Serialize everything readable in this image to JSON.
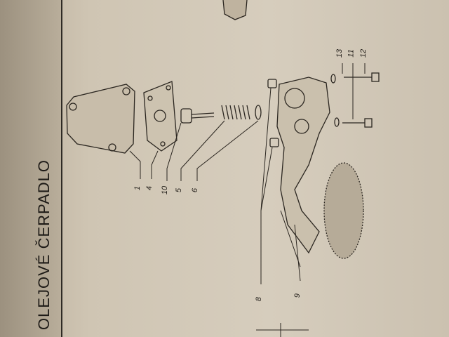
{
  "page": {
    "title": "OLEJOVÉ ČERPADLO",
    "part_labels": [
      "1",
      "4",
      "10",
      "5",
      "6",
      "8",
      "9",
      "13",
      "11",
      "12"
    ]
  }
}
